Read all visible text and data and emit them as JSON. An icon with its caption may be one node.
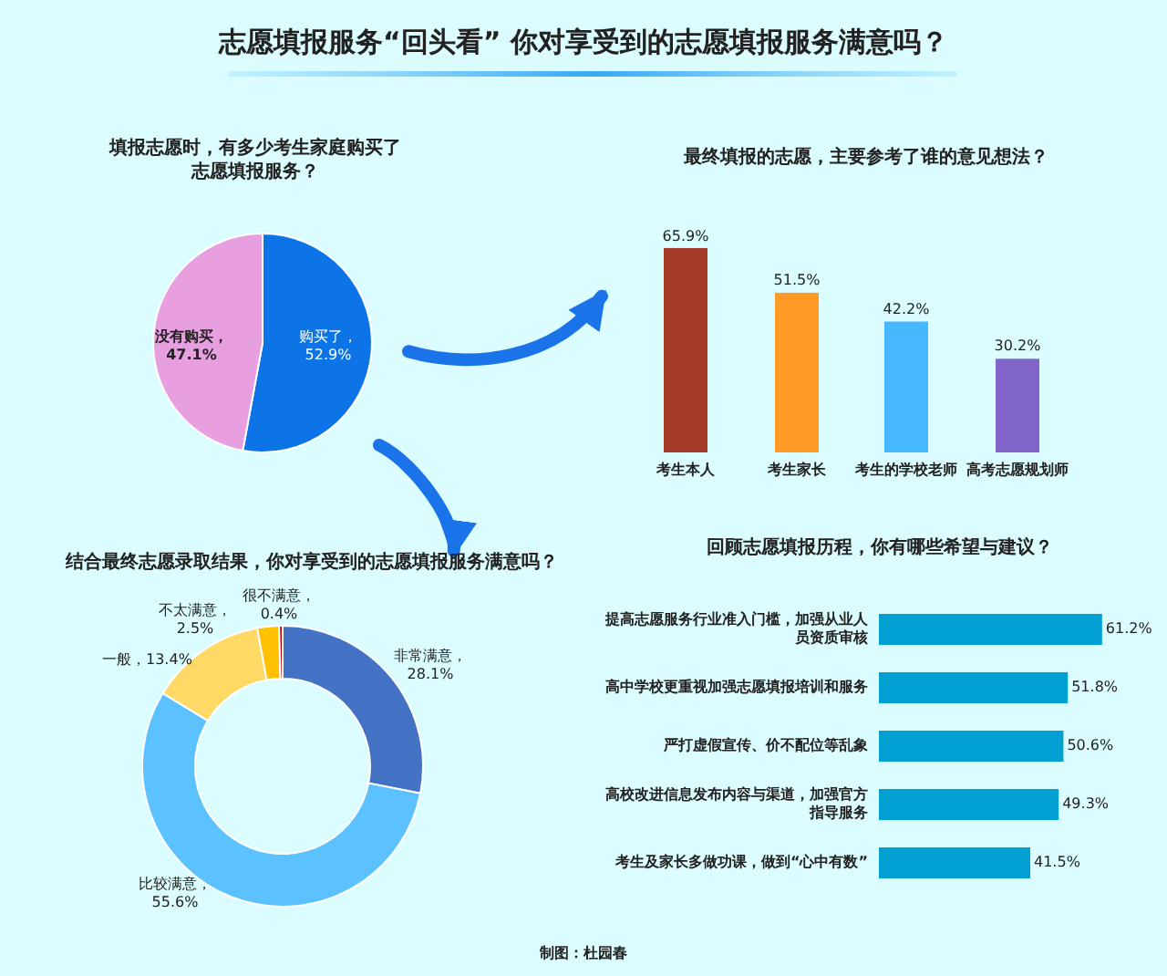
{
  "diagram": {
    "title": "志愿填报服务“回头看” 你对享受到的志愿填报服务满意吗？",
    "nodes": [
      {
        "text": [
          "填报志愿时，有多少考生家庭购买了志愿填报服务？"
        ]
      },
      {
        "text": [
          "最终填报的志愿，主要参考了谁的意见想法？"
        ]
      },
      {
        "text": [
          "结合最终志愿录取结果，你对享受到的志愿填报服务满意吗？"
        ]
      },
      {
        "text": [
          "回顾志愿填报历程，你有哪些希望与建议？"
        ]
      }
    ],
    "edges": [
      {
        "from": 0,
        "to": 1,
        "arrow": "to"
      },
      {
        "from": 0,
        "to": 2,
        "arrow": "to"
      }
    ],
    "labels": [
      "没有购买，47.1%",
      "购买了，52.9%",
      "65.9%",
      "51.5%",
      "42.2%",
      "30.2%",
      "考生本人",
      "考生家长",
      "考生的学校老师",
      "高考志愿规划师",
      "不太满意，2.5%",
      "很不满意，0.4%",
      "一般，13.4%",
      "非常满意，28.1%",
      "比较满意，55.6%",
      "提高志愿服务行业准入门槛，加强从业人员资质审核",
      "61.2%",
      "高中学校更重视加强志愿填报培训和服务",
      "51.8%",
      "严打虚假宣传、价不配位等乱象",
      "50.6%",
      "高校改进信息发布内容与渠道，加强官方指导服务",
      "49.3%",
      "考生及家长多做功课，做到“心中有数”",
      "41.5%",
      "制图：杜园春"
    ]
  }
}
